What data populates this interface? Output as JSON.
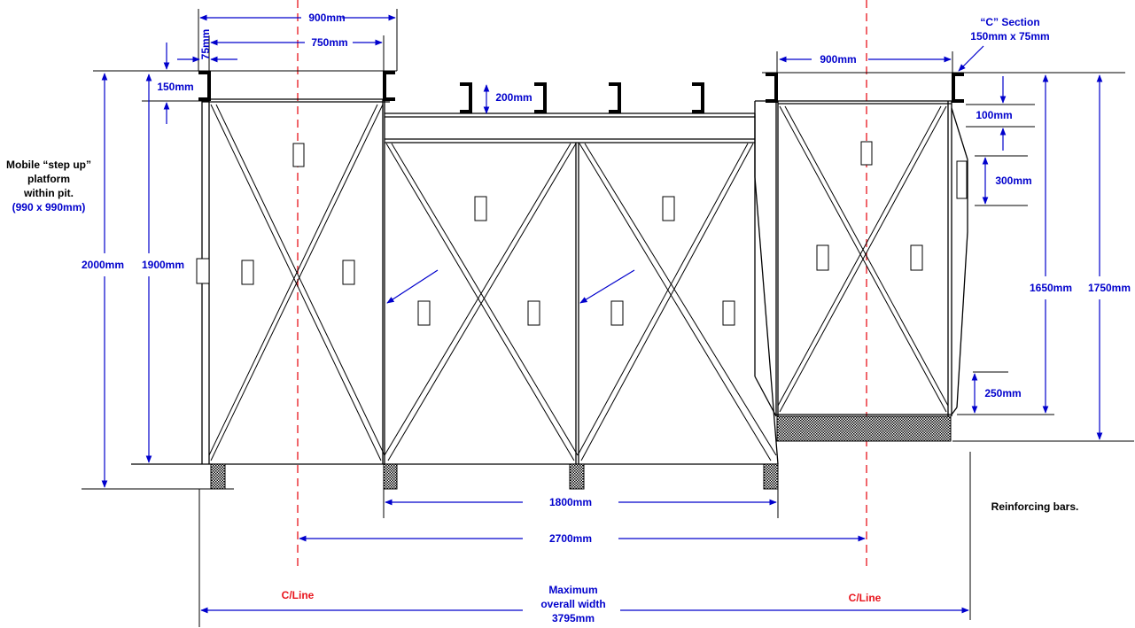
{
  "labels": {
    "top_900_left": "900mm",
    "top_750": "750mm",
    "top_75": "75mm",
    "top_150": "150mm",
    "top_200": "200mm",
    "top_900_right": "900mm",
    "c_section_line1": "“C” Section",
    "c_section_line2": "150mm x 75mm",
    "right_100": "100mm",
    "right_300": "300mm",
    "right_250": "250mm",
    "right_1650": "1650mm",
    "right_1750": "1750mm",
    "left_2000": "2000mm",
    "left_1900": "1900mm",
    "platform_line1": "Mobile “step up”",
    "platform_line2": "platform",
    "platform_line3": "within pit.",
    "platform_line4": "(990 x 990mm)",
    "bottom_1800": "1800mm",
    "bottom_2700": "2700mm",
    "reinforcing": "Reinforcing bars.",
    "cline_left": "C/Line",
    "cline_right": "C/Line",
    "max_line1": "Maximum",
    "max_line2": "overall width",
    "max_line3": "3795mm"
  },
  "colors": {
    "dimension": "#0000cc",
    "centerline": "#e8141c",
    "outline": "#000000"
  }
}
